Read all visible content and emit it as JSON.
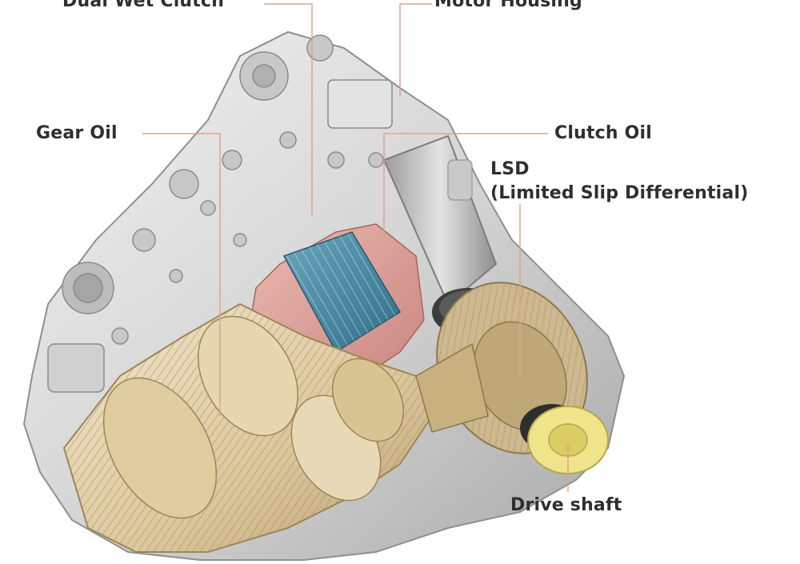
{
  "figure": {
    "callouts": {
      "dual_wet_clutch": "Dual Wet Clutch",
      "motor_housing": "Motor Housing",
      "gear_oil": "Gear Oil",
      "clutch_oil": "Clutch Oil",
      "lsd_line1": "LSD",
      "lsd_line2": "(Limited Slip Differential)",
      "drive_shaft": "Drive shaft"
    },
    "colors": {
      "leader_line": "#d9a58e",
      "housing": "#d9d9d9",
      "gear_oil_region": "#e6d6b4",
      "clutch_oil_region": "#d99a90",
      "clutch_pack": "#4f8ea6",
      "drive_flange": "#efe48a",
      "label_text": "#2f2f2f"
    }
  }
}
